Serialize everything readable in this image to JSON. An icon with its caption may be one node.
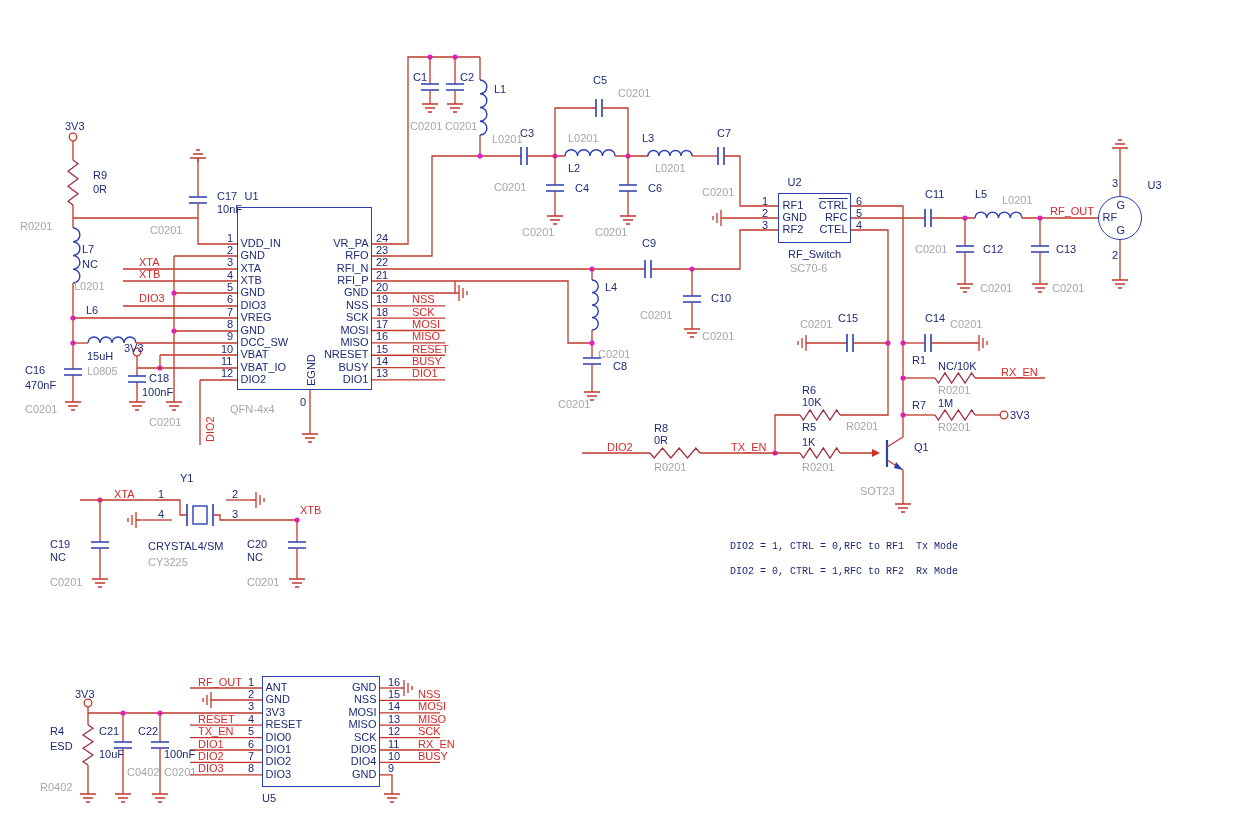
{
  "diagram": {
    "nodes": [
      {
        "text": [
          "U1",
          "VDD_IN",
          "GND",
          "XTA",
          "XTB",
          "GND",
          "DIO3",
          "VREG",
          "GND",
          "DCC_SW",
          "VBAT",
          "VBAT_IO",
          "DIO2",
          "VR_PA",
          "RFO",
          "RFI_N",
          "RFI_P",
          "GND",
          "NSS",
          "SCK",
          "MOSI",
          "MISO",
          "NRESET",
          "BUSY",
          "DIO1",
          "EGND"
        ],
        "beside": [
          "QFN-4x4"
        ]
      },
      {
        "text": [
          "U2",
          "RF1",
          "GND",
          "RF2",
          "CTRL",
          "RFC",
          "CTEL"
        ],
        "beside": [
          "RF_Switch",
          "SC70-6"
        ]
      },
      {
        "text": [
          "U3",
          "RF",
          "G",
          "G"
        ]
      },
      {
        "text": [
          "ANT",
          "GND",
          "3V3",
          "RESET",
          "DIO0",
          "DIO1",
          "DIO2",
          "DIO3",
          "GND",
          "NSS",
          "MOSI",
          "MISO",
          "SCK",
          "DIO5",
          "DIO4",
          "GND"
        ],
        "beside": [
          "U5"
        ]
      }
    ],
    "labels": [
      "3V3",
      "R9",
      "0R",
      "R0201",
      "C17",
      "10nF",
      "C0201",
      "L7",
      "NC",
      "L0201",
      "XTA",
      "XTB",
      "DIO3",
      "L6",
      "3V3",
      "15uH",
      "C16",
      "L0805",
      "470nF",
      "C0201",
      "C18",
      "100nF",
      "C0201",
      "DIO2",
      "1",
      "2",
      "3",
      "4",
      "5",
      "6",
      "7",
      "8",
      "9",
      "10",
      "11",
      "12",
      "24",
      "23",
      "22",
      "21",
      "20",
      "19",
      "18",
      "17",
      "16",
      "15",
      "14",
      "13",
      "0",
      "NSS",
      "SCK",
      "MOSI",
      "MISO",
      "RESET",
      "BUSY",
      "DIO1",
      "C1",
      "C2",
      "L1",
      "C0201",
      "C0201",
      "L0201",
      "C3",
      "C0201",
      "C5",
      "C0201",
      "L0201",
      "L2",
      "L3",
      "L0201",
      "C7",
      "C0201",
      "C4",
      "C6",
      "C0201",
      "C0201",
      "1",
      "2",
      "3",
      "6",
      "5",
      "4",
      "C9",
      "L4",
      "C10",
      "C0201",
      "C0201",
      "C0201",
      "C8",
      "C0201",
      "C11",
      "L5",
      "L0201",
      "RF_OUT",
      "C0201",
      "C12",
      "C13",
      "C0201",
      "C0201",
      "3",
      "2",
      "C0201",
      "C15",
      "C14",
      "C0201",
      "R1",
      "NC/10K",
      "R0201",
      "RX_EN",
      "R6",
      "10K",
      "R0201",
      "R7",
      "1M",
      "R0201",
      "3V3",
      "DIO2",
      "R8",
      "0R",
      "R0201",
      "TX_EN",
      "R5",
      "1K",
      "R0201",
      "Q1",
      "SOT23",
      "DIO2 = 1, CTRL = 0,RFC to RF1  Tx Mode",
      "DIO2 = 0, CTRL = 1,RFC to RF2  Rx Mode",
      "Y1",
      "XTA",
      "1",
      "2",
      "4",
      "3",
      "XTB",
      "CRYSTAL4/SM",
      "CY3225",
      "C19",
      "NC",
      "C0201",
      "C20",
      "NC",
      "C0201",
      "3V3",
      "R4",
      "ESD",
      "R0402",
      "C21",
      "10uF",
      "C0402",
      "C22",
      "100nF",
      "C0201",
      "RF_OUT",
      "RESET",
      "TX_EN",
      "DIO1",
      "DIO2",
      "DIO3",
      "1",
      "2",
      "3",
      "4",
      "5",
      "6",
      "7",
      "8",
      "16",
      "15",
      "14",
      "13",
      "12",
      "11",
      "10",
      "9",
      "NSS",
      "MOSI",
      "MISO",
      "SCK",
      "RX_EN",
      "BUSY"
    ]
  }
}
